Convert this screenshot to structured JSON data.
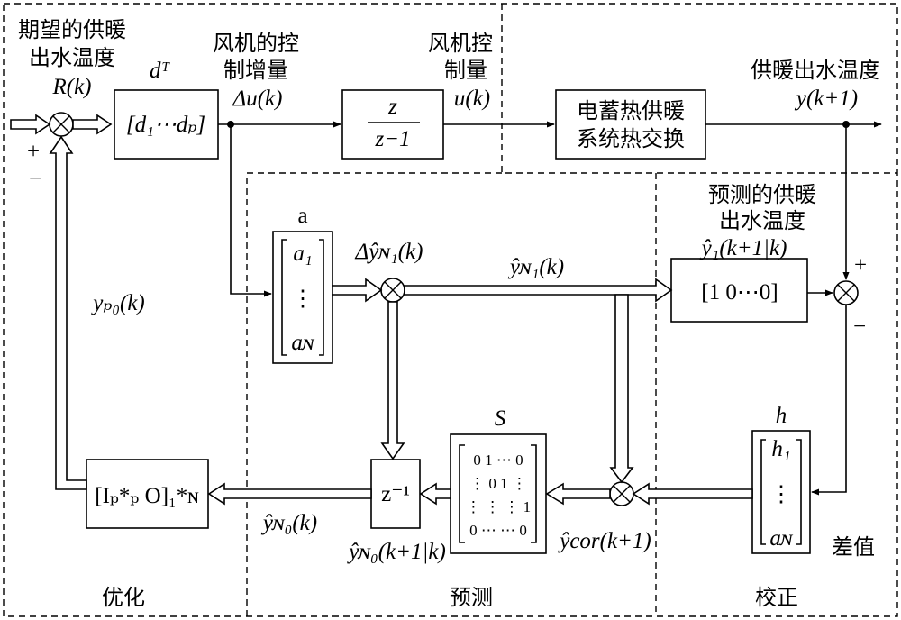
{
  "labels": {
    "desired_temp_1": "期望的供暖",
    "desired_temp_2": "出水温度",
    "desired_temp_sym": "R(k)",
    "plus_left": "+",
    "minus_left": "−",
    "gain_title": "dᵀ",
    "gain_content": "[d₁⋯dₚ]",
    "fan_increment_1": "风机的控",
    "fan_increment_2": "制增量",
    "fan_increment_sym": "Δu(k)",
    "integrator_num": "z",
    "integrator_den": "z−1",
    "fan_control_1": "风机控",
    "fan_control_2": "制量",
    "fan_control_sym": "u(k)",
    "plant_1": "电蓄热供暖",
    "plant_2": "系统热交换",
    "output_label": "供暖出水温度",
    "output_sym": "y(k+1)",
    "pred_temp_1": "预测的供暖",
    "pred_temp_2": "出水温度",
    "pred_temp_sym": "ŷ₁(k+1|k)",
    "selector_content": "[1  0⋯0]",
    "plus_right": "+",
    "minus_right": "−",
    "step_vec_title": "a",
    "step_vec_top": "a₁",
    "step_vec_mid": "⋮",
    "step_vec_bot": "aɴ",
    "delta_pred_sym": "Δŷɴ₁(k)",
    "pred_n1_sym": "ŷɴ₁(k)",
    "feedback_sym": "yₚ₀(k)",
    "shift_title": "S",
    "shift_rows": [
      "0  1  ⋯  0",
      "⋮  0  1  ⋮",
      "⋮  ⋮  ⋮  1",
      "0  ⋯  ⋯  0"
    ],
    "delay_content": "z⁻¹",
    "pred_n0_next_sym": "ŷɴ₀(k+1|k)",
    "pred_cor_sym": "ŷcor(k+1)",
    "optimizer_content": "[Iₚ*ₚ  O]₁*ɴ",
    "pred_n0_sym": "ŷɴ₀(k)",
    "corr_title": "h",
    "corr_top": "h₁",
    "corr_mid": "⋮",
    "corr_bot": "aɴ",
    "difference_label": "差值",
    "region_optimize": "优化",
    "region_predict": "预测",
    "region_correct": "校正"
  }
}
